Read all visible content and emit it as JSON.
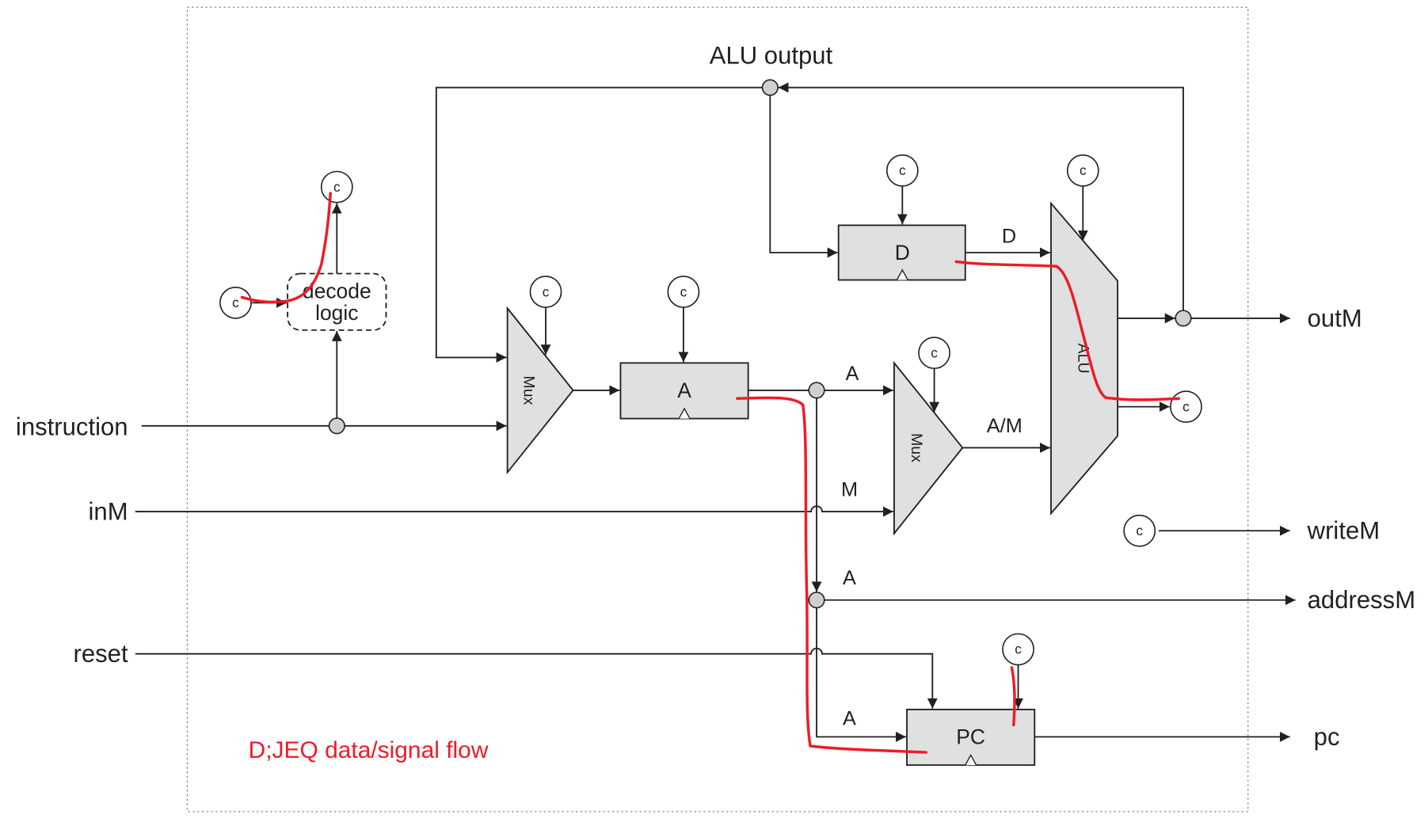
{
  "title": "ALU output",
  "inputs": {
    "instruction": "instruction",
    "inM": "inM",
    "reset": "reset"
  },
  "outputs": {
    "outM": "outM",
    "writeM": "writeM",
    "addressM": "addressM",
    "pc": "pc"
  },
  "blocks": {
    "decode_line1": "decode",
    "decode_line2": "logic",
    "mux1": "Mux",
    "mux2": "Mux",
    "a_register": "A",
    "d_register": "D",
    "alu": "ALU",
    "pc_register": "PC"
  },
  "control_label": "c",
  "wire_labels": {
    "a_to_mux": "A",
    "m_to_mux": "M",
    "a_to_addressM": "A",
    "a_to_pc": "A",
    "am_to_alu": "A/M",
    "d_to_alu": "D"
  },
  "annotation": "D;JEQ data/signal flow",
  "colors": {
    "annotation": "#ee1c25",
    "block_fill": "#dfe0e0",
    "line": "#231f20"
  }
}
